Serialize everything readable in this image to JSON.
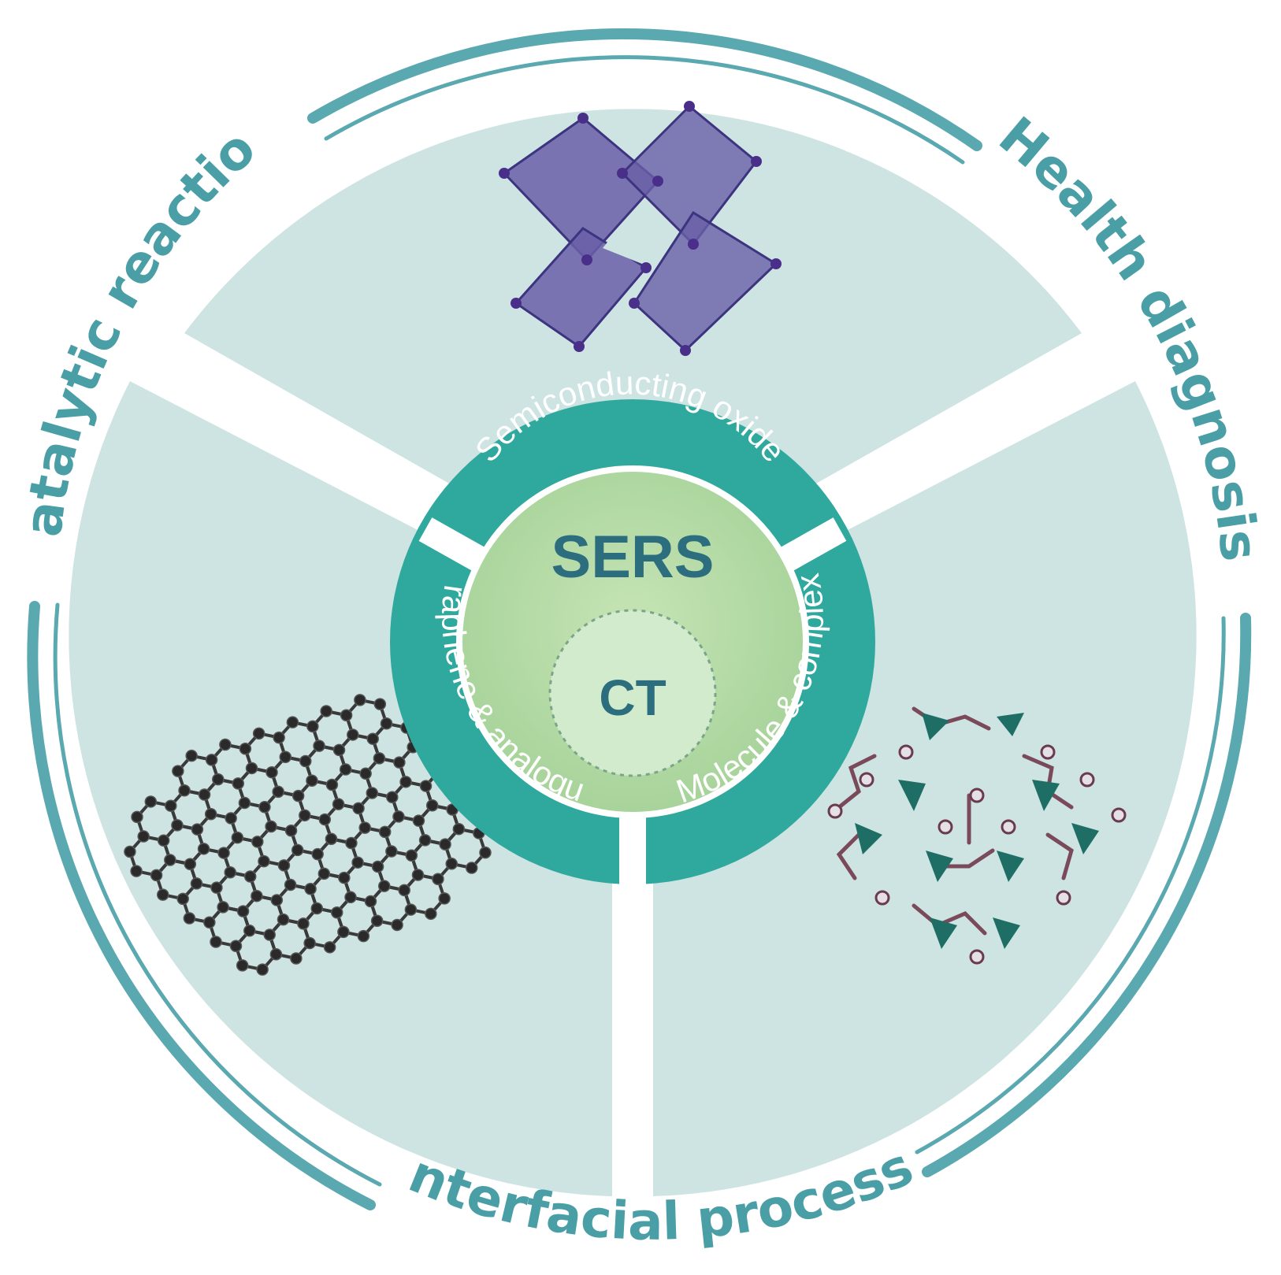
{
  "center": {
    "title": "SERS",
    "subtitle": "CT"
  },
  "materials": {
    "top": "Semiconducting oxide",
    "left": "Graphene & analogue",
    "right": "Molecule & complex"
  },
  "applications": {
    "left": "Catalytic reaction",
    "right": "Health diagnosis",
    "bottom": "Interfacial process"
  },
  "colors": {
    "sector_fill": "#cde4e2",
    "ring": "#2fa89e",
    "center_fill": "#b8dca6",
    "ct_fill": "#d3ebcd",
    "outer_arcs": "#5aa8b0",
    "label_text": "#4a9ea6",
    "center_text": "#2c6e7e",
    "oxide_polyhedra": "#6a5fa8",
    "graphene_atoms": "#2a2a2a",
    "complex_tetrahedra": "#1f6e66"
  }
}
